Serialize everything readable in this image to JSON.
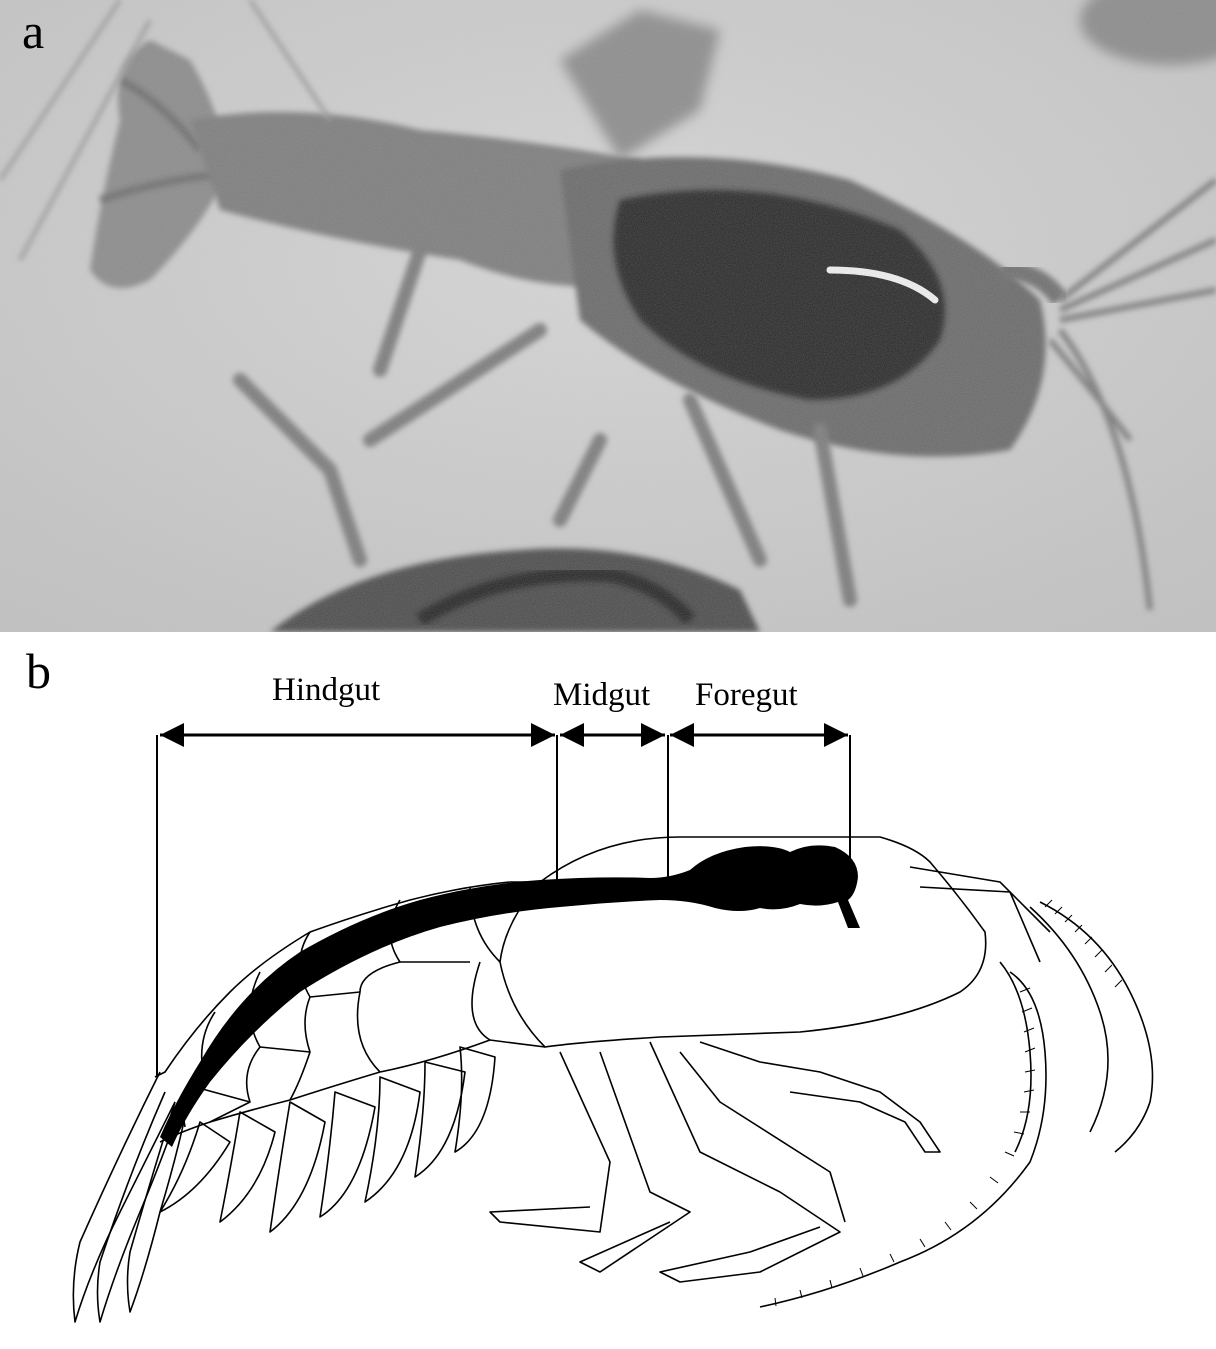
{
  "panel_a": {
    "letter": "a"
  },
  "panel_b": {
    "letter": "b",
    "regions": {
      "hindgut": "Hindgut",
      "midgut": "Midgut",
      "foregut": "Foregut"
    }
  },
  "colors": {
    "gut_fill": "#000000",
    "line": "#000000",
    "photo_bg": "#cfcfcf"
  }
}
